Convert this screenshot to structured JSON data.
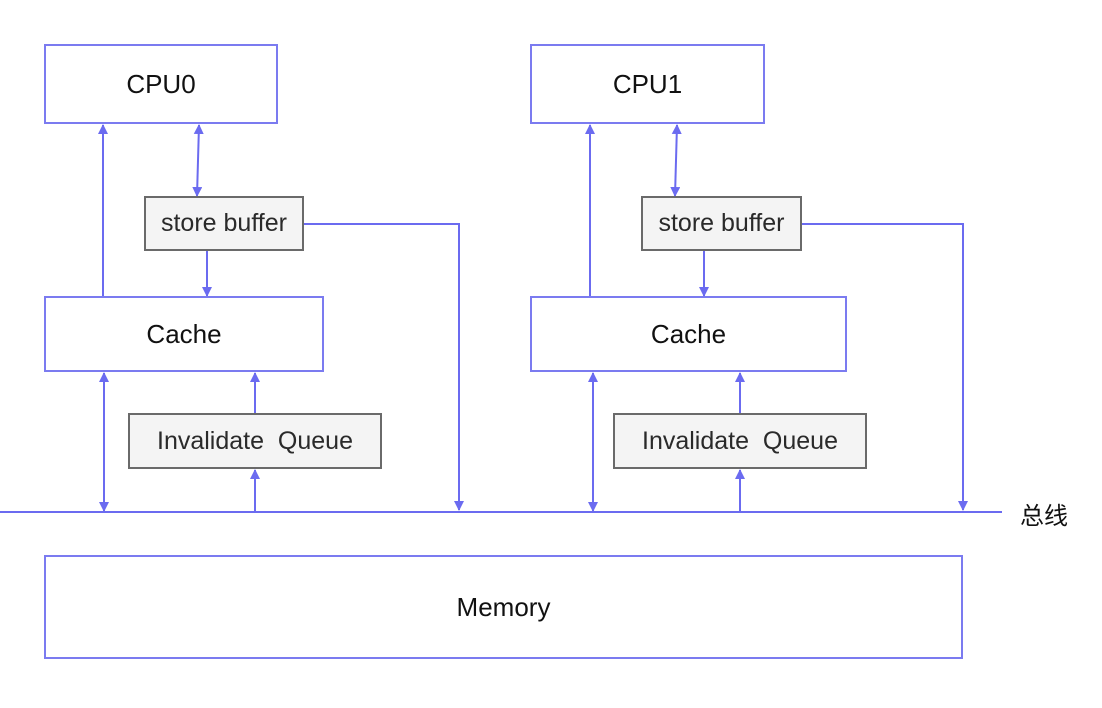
{
  "colors": {
    "line": "#6b6bf0",
    "main_border": "#7b7bf0",
    "sub_border": "#6a6a6a",
    "sub_fill": "#f4f4f4"
  },
  "cpu0": {
    "cpu_label": "CPU0",
    "store_buffer_label": "store buffer",
    "cache_label": "Cache",
    "invalidate_queue_label": "Invalidate  Queue"
  },
  "cpu1": {
    "cpu_label": "CPU1",
    "store_buffer_label": "store buffer",
    "cache_label": "Cache",
    "invalidate_queue_label": "Invalidate  Queue"
  },
  "bus_label": "总线",
  "memory_label": "Memory"
}
